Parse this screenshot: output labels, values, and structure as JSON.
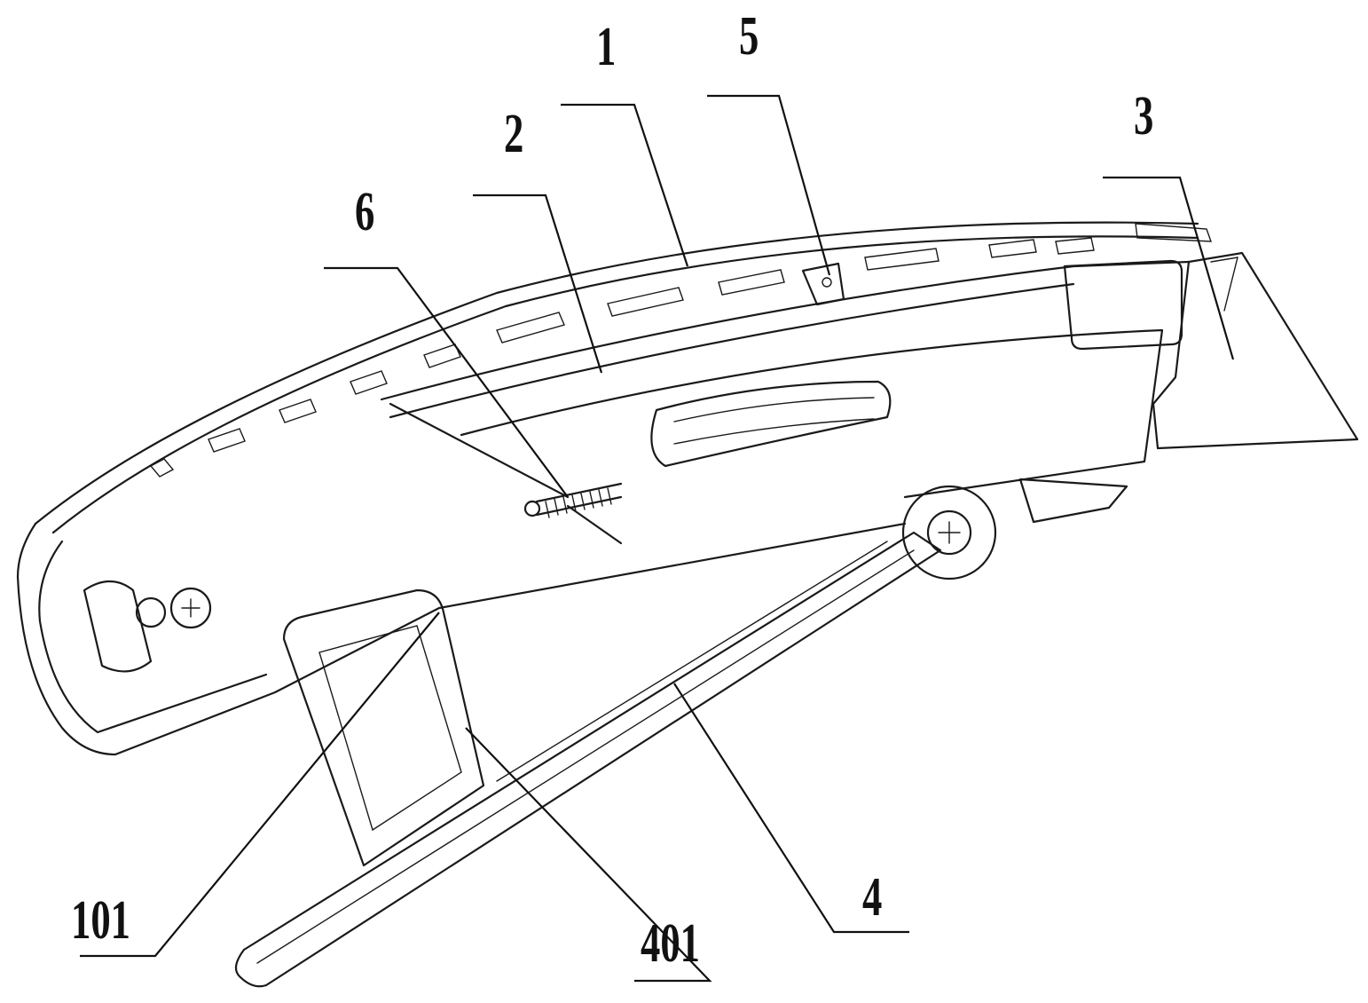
{
  "figure": {
    "labels": [
      {
        "id": "1",
        "text": "1"
      },
      {
        "id": "5",
        "text": "5"
      },
      {
        "id": "2",
        "text": "2"
      },
      {
        "id": "3",
        "text": "3"
      },
      {
        "id": "6",
        "text": "6"
      },
      {
        "id": "101",
        "text": "101"
      },
      {
        "id": "401",
        "text": "401"
      },
      {
        "id": "4",
        "text": "4"
      }
    ]
  }
}
